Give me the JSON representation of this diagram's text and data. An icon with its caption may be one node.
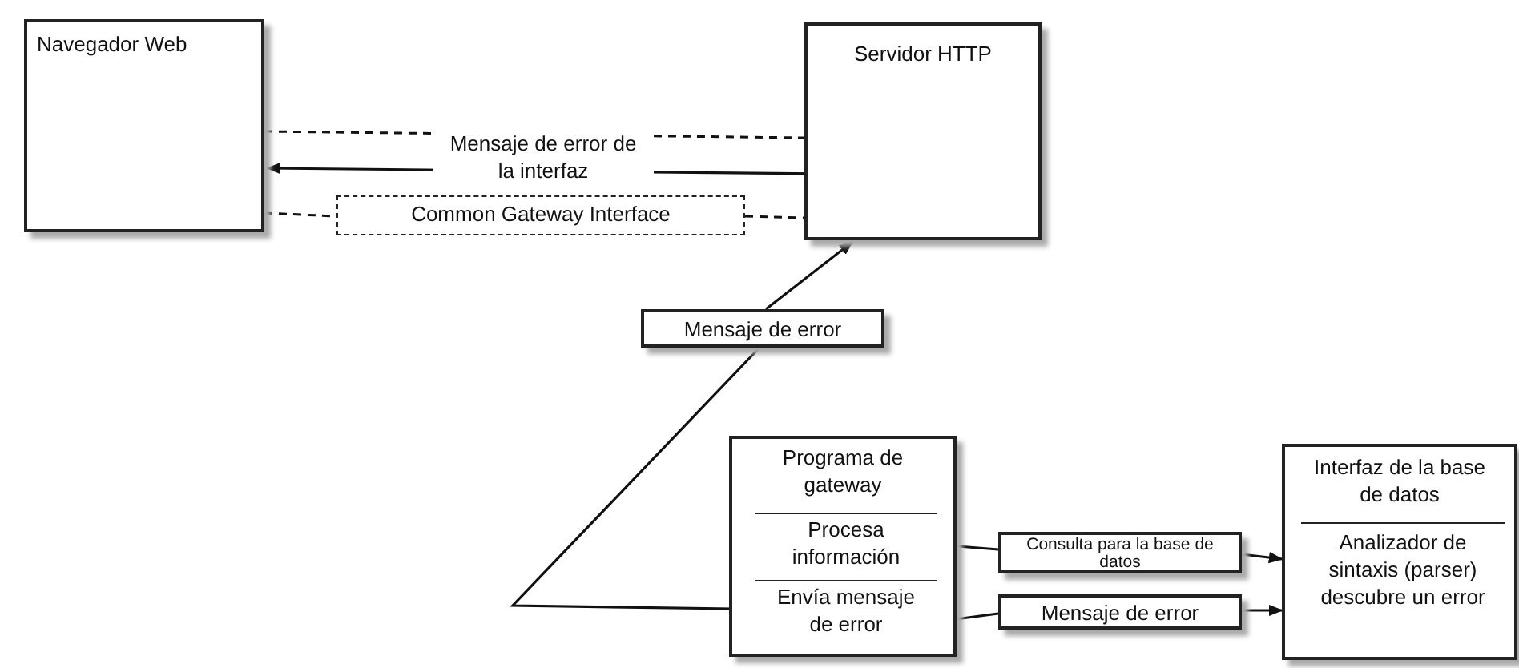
{
  "diagram": {
    "nodes": [
      {
        "text": [
          "Navegador Web"
        ]
      },
      {
        "text": [
          "Servidor HTTP"
        ]
      },
      {
        "text": [
          "Common Gateway Interface"
        ]
      },
      {
        "text": [
          "Mensaje de error"
        ]
      },
      {
        "text": [
          "Programa de gateway"
        ]
      },
      {
        "text": [
          "Procesa información"
        ],
        "in": 4
      },
      {
        "text": [
          "Envía mensaje de error"
        ],
        "in": 4
      },
      {
        "text": [
          "Consulta para la base de datos"
        ]
      },
      {
        "text": [
          "Mensaje de error"
        ]
      },
      {
        "text": [
          "Interfaz de la base de datos"
        ]
      },
      {
        "text": [
          "Analizador de sintaxis (parser) descubre un error"
        ],
        "in": 9
      }
    ],
    "edges": [
      {
        "from": 0,
        "to": 1,
        "arrow": "none",
        "style": "dashed"
      },
      {
        "from": 0,
        "to": 2,
        "arrow": "none",
        "style": "dashed"
      },
      {
        "from": 2,
        "to": 1,
        "arrow": "none",
        "style": "dashed"
      },
      {
        "from": 1,
        "to": 0,
        "arrow": "to",
        "label": "Mensaje de error de la interfaz"
      },
      {
        "from": 6,
        "to": 3,
        "arrow": "none"
      },
      {
        "from": 3,
        "to": 1,
        "arrow": "to"
      },
      {
        "from": 5,
        "to": 7,
        "arrow": "none"
      },
      {
        "from": 7,
        "to": 10,
        "arrow": "to"
      },
      {
        "from": 6,
        "to": 8,
        "arrow": "none"
      },
      {
        "from": 8,
        "to": 10,
        "arrow": "to"
      }
    ]
  }
}
